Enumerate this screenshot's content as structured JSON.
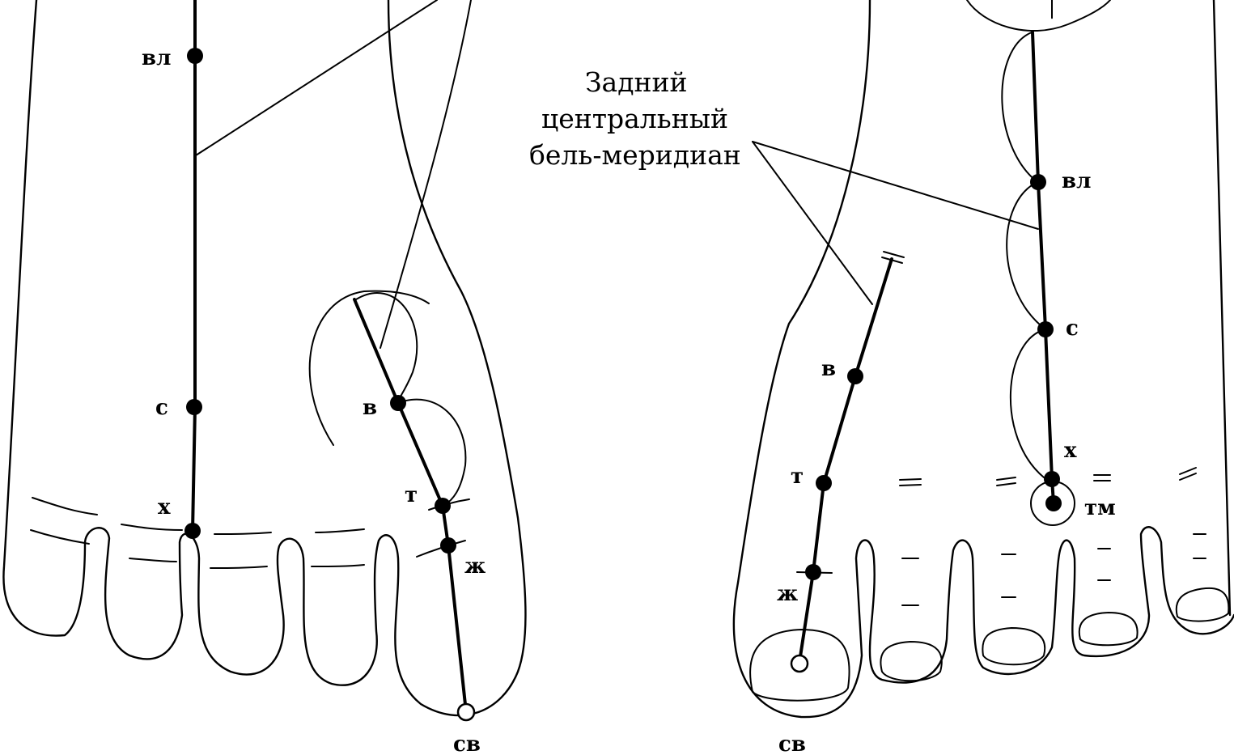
{
  "title": {
    "line1": "Задний",
    "line2": "центральный",
    "line3": "бель-меридиан"
  },
  "left_foot": {
    "vl": "вл",
    "s": "с",
    "h": "х",
    "v": "в",
    "t": "т",
    "zh": "ж",
    "sv": "св"
  },
  "right_foot": {
    "vl": "вл",
    "s": "с",
    "h": "х",
    "tm": "тм",
    "v": "в",
    "t": "т",
    "zh": "ж",
    "sv": "св"
  }
}
